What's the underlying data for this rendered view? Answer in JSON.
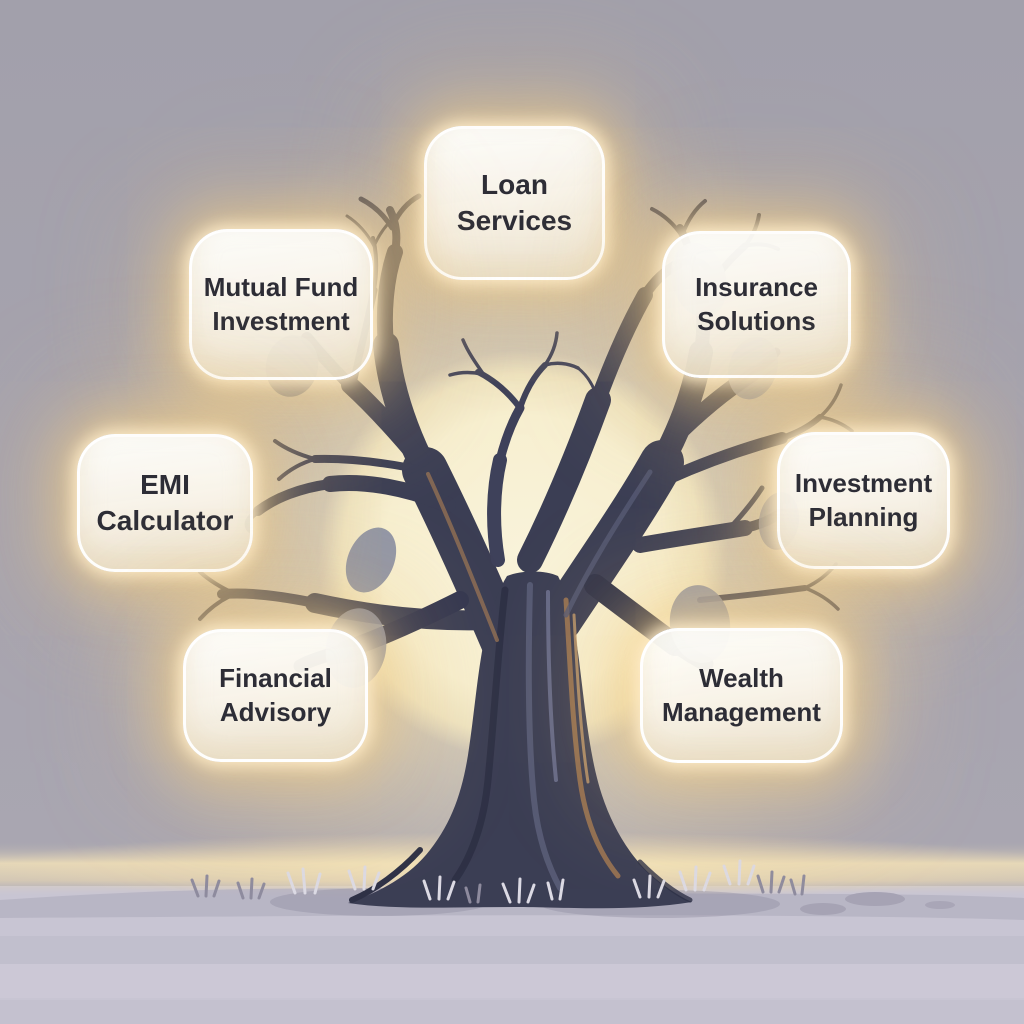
{
  "scene": {
    "description": "Bare tree illustration with glowing sun and seven financial service labels",
    "tree_icon": "bare-tree-illustration",
    "sun_icon": "sun-glow"
  },
  "palette": {
    "background": "#a6a3ae",
    "sun_core": "#f8f2d8",
    "warm_glow": "#f0c57e",
    "tree": "#3b3e54",
    "leaf_blob": "#8a90a8",
    "ground": "#c8c5d3",
    "box_fill_top": "#fffefc",
    "box_fill_bottom": "#eee4cd",
    "box_border": "#ffffff",
    "text": "#2d2d36"
  },
  "nodes": [
    {
      "id": "loan-services",
      "line1": "Loan",
      "line2": "Services"
    },
    {
      "id": "mutual-fund-investment",
      "line1": "Mutual Fund",
      "line2": "Investment"
    },
    {
      "id": "insurance-solutions",
      "line1": "Insurance",
      "line2": "Solutions"
    },
    {
      "id": "emi-calculator",
      "line1": "EMI",
      "line2": "Calculator"
    },
    {
      "id": "investment-planning",
      "line1": "Investment",
      "line2": "Planning"
    },
    {
      "id": "financial-advisory",
      "line1": "Financial",
      "line2": "Advisory"
    },
    {
      "id": "wealth-management",
      "line1": "Wealth",
      "line2": "Management"
    }
  ]
}
